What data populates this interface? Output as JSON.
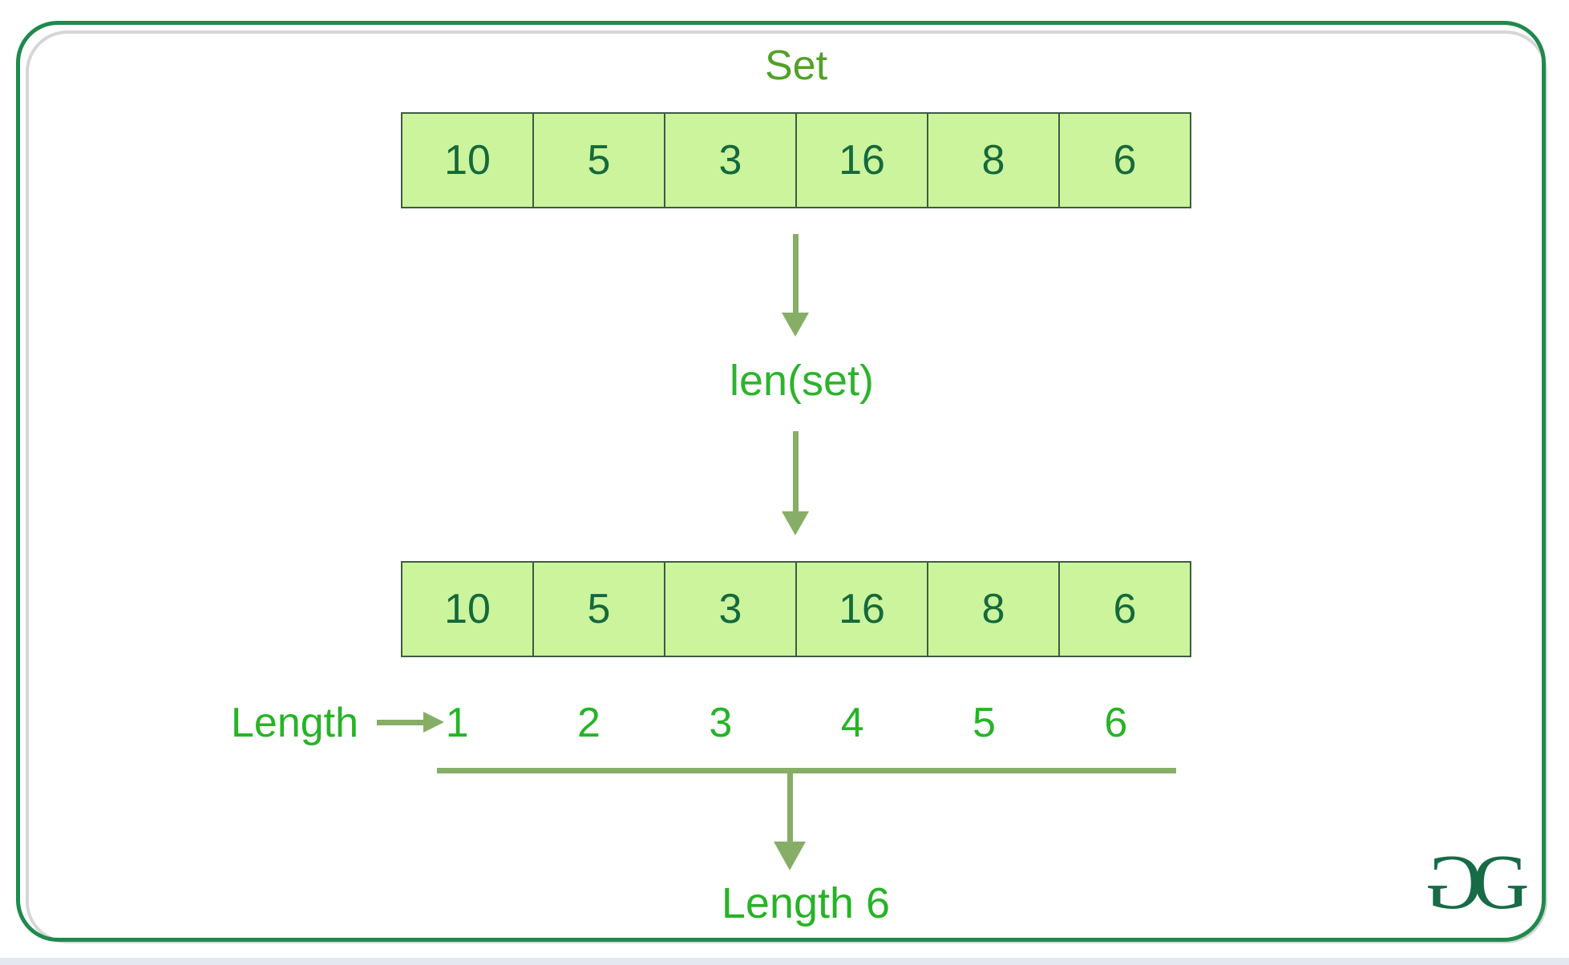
{
  "diagram": {
    "title": "Set",
    "set_values": [
      "10",
      "5",
      "3",
      "16",
      "8",
      "6"
    ],
    "function_label": "len(set)",
    "length_label": "Length",
    "indices": [
      "1",
      "2",
      "3",
      "4",
      "5",
      "6"
    ],
    "result_label": "Length 6"
  },
  "logo": {
    "g_left": "G",
    "g_right": "G"
  },
  "colors": {
    "frame_green": "#1e8a4d",
    "frame_shadow_gray": "#d6d6d6",
    "cell_fill": "#cbf49c",
    "cell_border": "#3f5b42",
    "cell_text_green": "#15693c",
    "title_olive_green": "#52a127",
    "bright_green": "#27b327",
    "arrow_sage_green": "#87ae66",
    "logo_dark_green": "#176b47",
    "page_bottom_strip": "#e3e8f1"
  }
}
